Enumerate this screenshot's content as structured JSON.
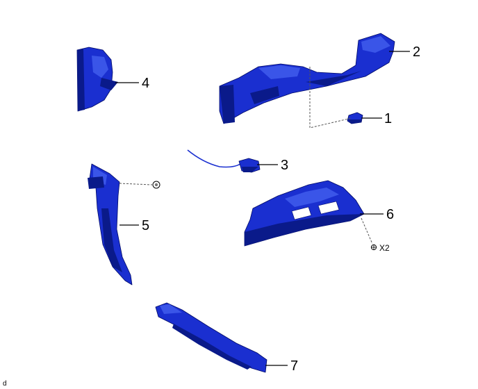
{
  "diagram": {
    "part_color": "#1a2fd0",
    "shadow_color": "#0a1a8a",
    "highlight_color": "#3a55e8",
    "callouts": [
      {
        "id": "1",
        "label": "1"
      },
      {
        "id": "2",
        "label": "2"
      },
      {
        "id": "3",
        "label": "3"
      },
      {
        "id": "4",
        "label": "4"
      },
      {
        "id": "5",
        "label": "5"
      },
      {
        "id": "6",
        "label": "6"
      },
      {
        "id": "7",
        "label": "7"
      }
    ],
    "quantity_label": "X2",
    "corner_code": "d"
  }
}
